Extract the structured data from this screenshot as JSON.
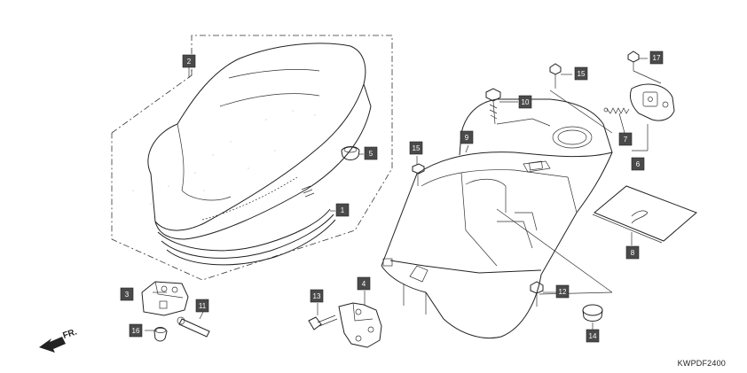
{
  "diagram": {
    "code": "KWPDF2400",
    "front_label": "FR.",
    "callouts": [
      {
        "id": "callout-2",
        "label": "2",
        "part": "seat"
      },
      {
        "id": "callout-5",
        "label": "5",
        "part": "seat-cushion-rubber"
      },
      {
        "id": "callout-1",
        "label": "1",
        "part": "seat-hinge-plate"
      },
      {
        "id": "callout-15a",
        "label": "15",
        "part": "bolt"
      },
      {
        "id": "callout-15b",
        "label": "15",
        "part": "bolt"
      },
      {
        "id": "callout-10",
        "label": "10",
        "part": "bolt"
      },
      {
        "id": "callout-9",
        "label": "9",
        "part": "luggage-box"
      },
      {
        "id": "callout-17",
        "label": "17",
        "part": "screw"
      },
      {
        "id": "callout-7",
        "label": "7",
        "part": "spring"
      },
      {
        "id": "callout-6",
        "label": "6",
        "part": "seat-lock"
      },
      {
        "id": "callout-8",
        "label": "8",
        "part": "owners-manual-pouch"
      },
      {
        "id": "callout-3",
        "label": "3",
        "part": "hinge-bracket"
      },
      {
        "id": "callout-11",
        "label": "11",
        "part": "hinge-pin"
      },
      {
        "id": "callout-16",
        "label": "16",
        "part": "clip"
      },
      {
        "id": "callout-13",
        "label": "13",
        "part": "bolt"
      },
      {
        "id": "callout-4",
        "label": "4",
        "part": "seat-hinge"
      },
      {
        "id": "callout-12",
        "label": "12",
        "part": "bolt"
      },
      {
        "id": "callout-14",
        "label": "14",
        "part": "rubber-cap"
      }
    ]
  }
}
